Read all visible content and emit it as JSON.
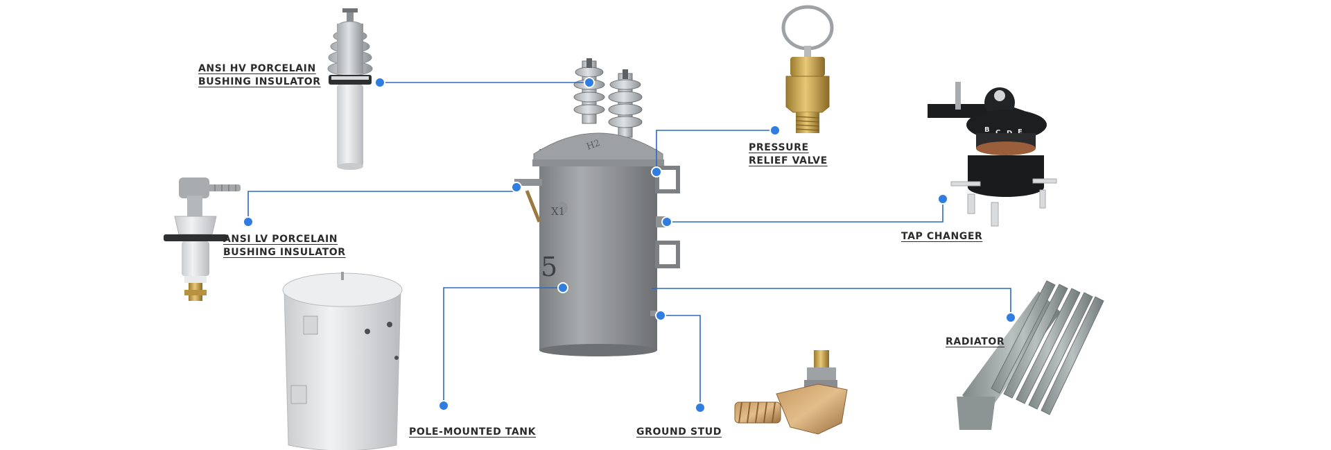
{
  "diagram": {
    "line_color": "#2b68c4",
    "dot_color": "#2f7de0",
    "labels": {
      "hv_bushing": [
        "ANSI HV PORCELAIN",
        "BUSHING INSULATOR"
      ],
      "lv_bushing": [
        "ANSI LV PORCELAIN",
        "BUSHING INSULATOR"
      ],
      "pressure_valve": [
        "PRESSURE",
        "RELIEF VALVE"
      ],
      "tap_changer": [
        "TAP CHANGER"
      ],
      "radiator": [
        "RADIATOR"
      ],
      "tank": [
        "POLE-MOUNTED TANK"
      ],
      "ground_stud": [
        "GROUND STUD"
      ]
    },
    "markings": {
      "terminal_h": "H2",
      "terminal_x": "X1",
      "tank_number": "5"
    }
  }
}
